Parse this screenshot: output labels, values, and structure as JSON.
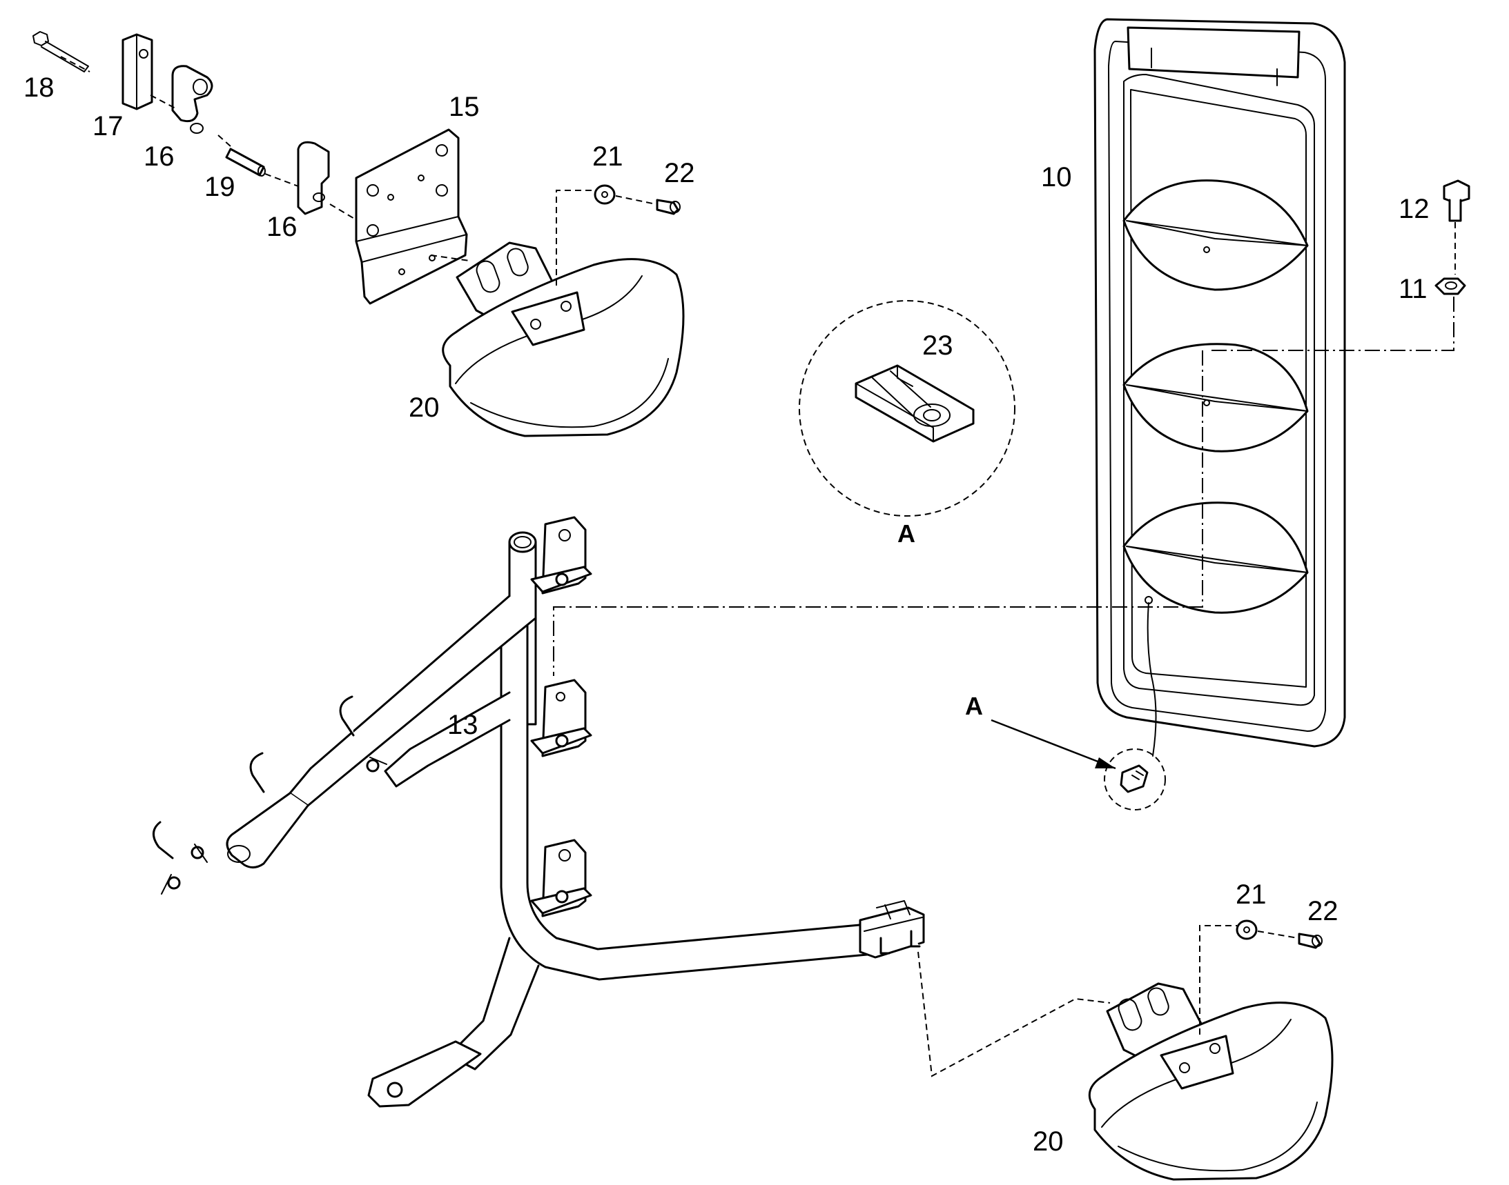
{
  "diagram": {
    "callouts": [
      {
        "id": "c18",
        "text": "18"
      },
      {
        "id": "c17",
        "text": "17"
      },
      {
        "id": "c16a",
        "text": "16"
      },
      {
        "id": "c19",
        "text": "19"
      },
      {
        "id": "c16b",
        "text": "16"
      },
      {
        "id": "c15",
        "text": "15"
      },
      {
        "id": "c21a",
        "text": "21"
      },
      {
        "id": "c22a",
        "text": "22"
      },
      {
        "id": "c20a",
        "text": "20"
      },
      {
        "id": "c23",
        "text": "23"
      },
      {
        "id": "c10",
        "text": "10"
      },
      {
        "id": "c12",
        "text": "12"
      },
      {
        "id": "c11",
        "text": "11"
      },
      {
        "id": "c13",
        "text": "13"
      },
      {
        "id": "c21b",
        "text": "21"
      },
      {
        "id": "c22b",
        "text": "22"
      },
      {
        "id": "c20b",
        "text": "20"
      }
    ],
    "detail_view_label": "A",
    "detail_pointer_label": "A"
  }
}
